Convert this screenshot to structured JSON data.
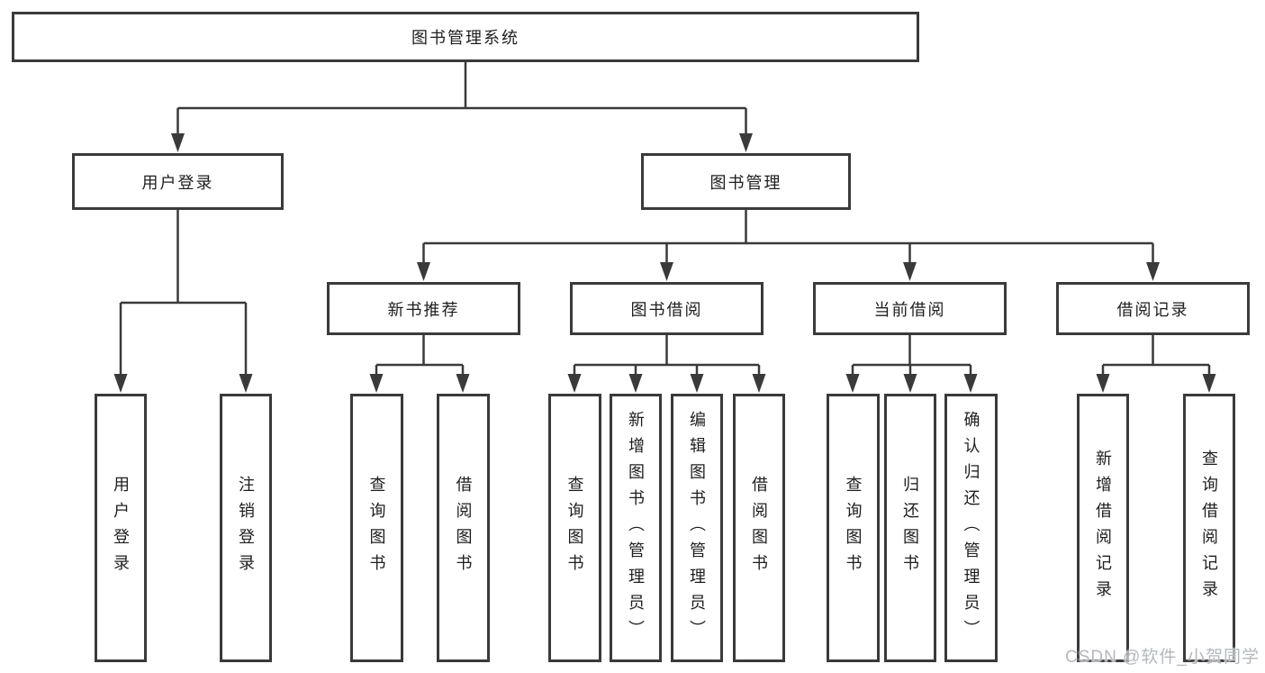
{
  "diagram": {
    "root": {
      "label": "图书管理系统"
    },
    "branches": [
      {
        "label": "用户登录",
        "children": [
          {
            "label": "用户登录"
          },
          {
            "label": "注销登录"
          }
        ]
      },
      {
        "label": "图书管理",
        "children": [
          {
            "label": "新书推荐",
            "children": [
              {
                "label": "查询图书"
              },
              {
                "label": "借阅图书"
              }
            ]
          },
          {
            "label": "图书借阅",
            "children": [
              {
                "label": "查询图书"
              },
              {
                "label": "新增图书（管理员）"
              },
              {
                "label": "编辑图书（管理员）"
              },
              {
                "label": "借阅图书"
              }
            ]
          },
          {
            "label": "当前借阅",
            "children": [
              {
                "label": "查询图书"
              },
              {
                "label": "归还图书"
              },
              {
                "label": "确认归还（管理员）"
              }
            ]
          },
          {
            "label": "借阅记录",
            "children": [
              {
                "label": "新增借阅记录"
              },
              {
                "label": "查询借阅记录"
              }
            ]
          }
        ]
      }
    ]
  },
  "watermark": "CSDN @软件_小贺同学",
  "colors": {
    "line": "#3a3a3a",
    "text": "#1e1e1e",
    "watermark": "#b2b8bf",
    "background": "#ffffff"
  }
}
